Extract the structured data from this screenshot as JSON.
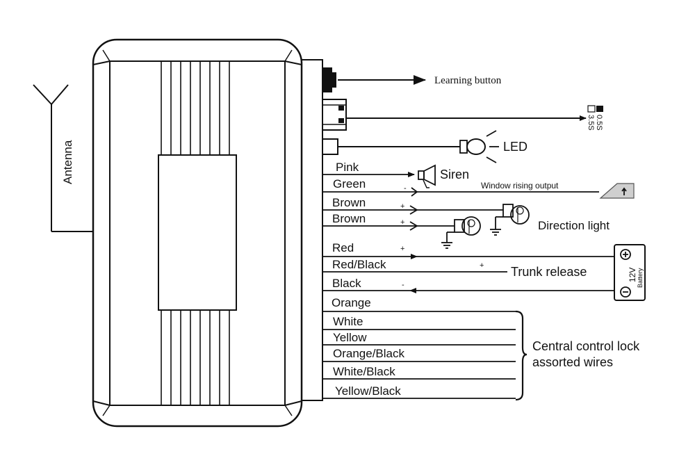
{
  "antenna": {
    "label": "Antenna"
  },
  "learning_button": {
    "label": "Learning button"
  },
  "jumper": {
    "option_a": "0.5S",
    "option_b": "3.5S"
  },
  "led": {
    "label": "LED"
  },
  "siren": {
    "label": "Siren"
  },
  "window": {
    "label": "Window rising output"
  },
  "direction_light": {
    "label": "Direction light"
  },
  "trunk": {
    "label": "Trunk release"
  },
  "battery": {
    "voltage": "12V",
    "label": "Battery"
  },
  "central_lock": {
    "line1": "Central control lock",
    "line2": "assorted wires"
  },
  "wires": [
    {
      "label": "Pink"
    },
    {
      "label": "Green"
    },
    {
      "label": "Brown"
    },
    {
      "label": "Brown"
    },
    {
      "label": "Red"
    },
    {
      "label": "Red/Black"
    },
    {
      "label": "Black"
    },
    {
      "label": "Orange"
    },
    {
      "label": "White"
    },
    {
      "label": "Yellow"
    },
    {
      "label": "Orange/Black"
    },
    {
      "label": "White/Black"
    },
    {
      "label": "Yellow/Black"
    }
  ],
  "polarity": {
    "plus": "+",
    "minus": "-"
  }
}
